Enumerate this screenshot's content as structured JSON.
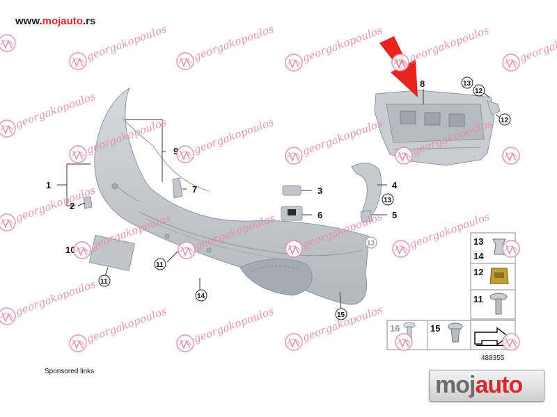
{
  "header": {
    "url_prefix": "www.",
    "url_brand": "mojauto",
    "url_suffix": ".rs"
  },
  "footer": {
    "sponsored_label": "Sponsored links",
    "logo_part1": "moj",
    "logo_part2": "auto"
  },
  "watermark": {
    "text": "georgakopoulos"
  },
  "diagram": {
    "diagram_number": "488355",
    "callouts": {
      "c1": "1",
      "c2": "2",
      "c3": "3",
      "c4": "4",
      "c5": "5",
      "c6": "6",
      "c7": "7",
      "c8": "8",
      "c9": "9",
      "c10": "10",
      "c11a": "11",
      "c11b": "11",
      "c13a": "13",
      "c12a": "12",
      "c12b": "12",
      "c13b": "13",
      "c13c": "13",
      "c14": "14",
      "c15": "15",
      "legend_13": "13",
      "legend_14": "14",
      "legend_12": "12",
      "legend_11": "11",
      "legend_16": "16",
      "legend_15": "15"
    }
  },
  "colors": {
    "brand_red": "#d9282f",
    "watermark_pink": "#e48aa8",
    "part_grey": "#c3c7cc",
    "arrow_red": "#e8231f"
  }
}
